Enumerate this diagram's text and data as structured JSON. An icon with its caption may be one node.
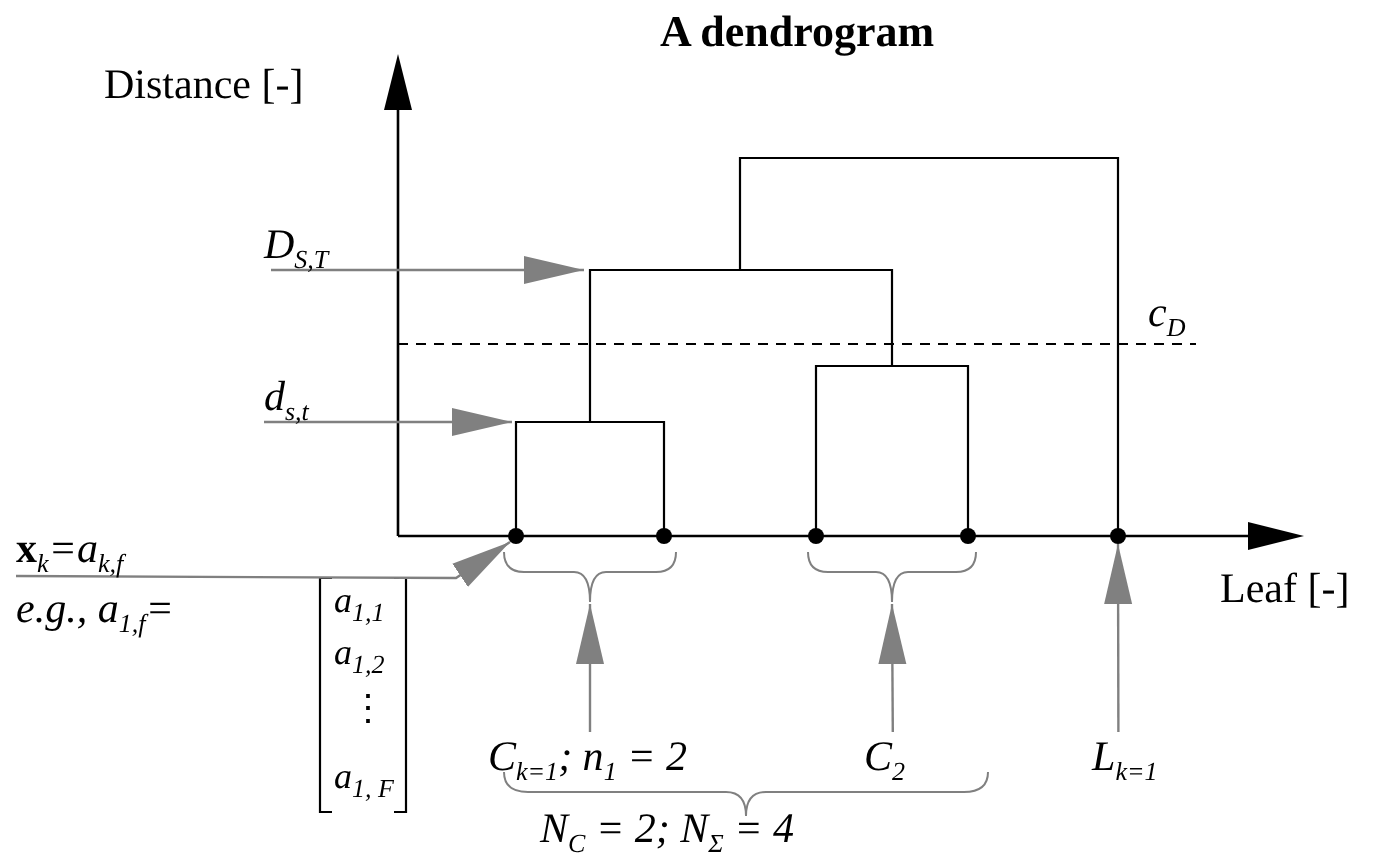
{
  "diagram": {
    "title": "A dendrogram",
    "nodes": [
      {
        "text": [
          "D$_{S,T}$"
        ]
      },
      {
        "text": [
          "d$_{s,t}$"
        ]
      },
      {
        "text": [
          "**x**$_{k}$=a$_{k,f}$"
        ]
      },
      {
        "text": [
          "C$_{k=1}$; n$_{1}$ = 2"
        ]
      },
      {
        "text": [
          "C$_{2}$"
        ]
      },
      {
        "text": [
          "L$_{k=1}$"
        ]
      },
      {
        "text": [],
        "shape": "circle"
      },
      {
        "text": [],
        "shape": "circle"
      },
      {
        "text": [],
        "shape": "circle"
      },
      {
        "text": [],
        "shape": "circle"
      },
      {
        "text": [],
        "shape": "circle"
      },
      {
        "text": [],
        "shape": "brace"
      },
      {
        "text": [],
        "shape": "brace"
      }
    ],
    "edges": [
      {
        "from": 0,
        "to": null,
        "arrow": "to"
      },
      {
        "from": 1,
        "to": null,
        "arrow": "to"
      },
      {
        "from": 2,
        "to": 6,
        "arrow": "to"
      },
      {
        "from": 3,
        "to": 11,
        "arrow": "to"
      },
      {
        "from": 4,
        "to": 12,
        "arrow": "to"
      },
      {
        "from": 5,
        "to": 10,
        "arrow": "to"
      }
    ],
    "labels": [
      "Distance [-]",
      "Leaf [-]",
      "c$_{D}$",
      "e.g., a$_{1,f}$=",
      "a$_{1,1}$",
      "a$_{1,2}$",
      "⋮",
      "a$_{1, F}$",
      "N$_{C}$ = 2; N$_{Σ}$ = 4"
    ]
  }
}
